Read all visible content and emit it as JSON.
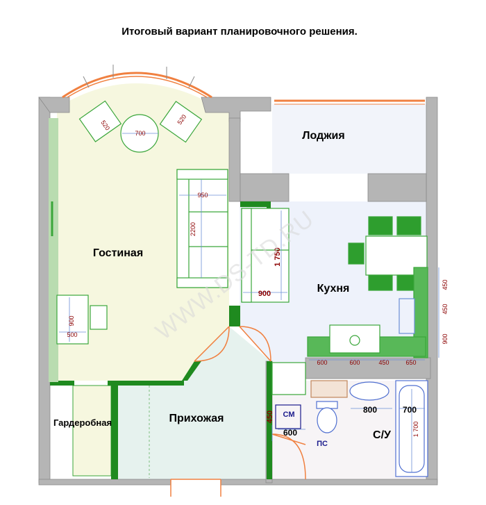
{
  "title": "Итоговый вариант планировочного решения.",
  "rooms": {
    "living": "Гостиная",
    "loggia": "Лоджия",
    "kitchen": "Кухня",
    "hall": "Прихожая",
    "wardrobe": "Гардеробная",
    "bathroom": "С/У"
  },
  "dims": {
    "chair_left": "520",
    "chair_right": "520",
    "table_round": "700",
    "sofa_width": "950",
    "sofa_length": "2200",
    "desk_length": "900",
    "desk_width": "500",
    "kitchen_sofa_length": "1 750",
    "kitchen_sofa_width": "900",
    "right_450a": "450",
    "right_450b": "450",
    "right_900": "900",
    "bottom_600a": "600",
    "bottom_600b": "600",
    "bottom_450": "450",
    "bottom_650": "650",
    "bath_800": "800",
    "bath_700": "700",
    "bath_1700": "1 700",
    "wash_450": "450",
    "wash_600": "600"
  },
  "marks": {
    "washer": "СМ",
    "drain": "ПС"
  },
  "watermark": "WWW.DS-TD.RU",
  "colors": {
    "wall": "#b5b5b5",
    "living_floor": "#f6f7df",
    "kitchen_floor": "#eef2fb",
    "hall_floor": "#e6f2ee",
    "bath_floor": "#f7f4f6",
    "green": "#1f8a1f",
    "furniture_line": "#3aa63a",
    "window": "#f08040",
    "dim_line": "#6b8fd6"
  }
}
